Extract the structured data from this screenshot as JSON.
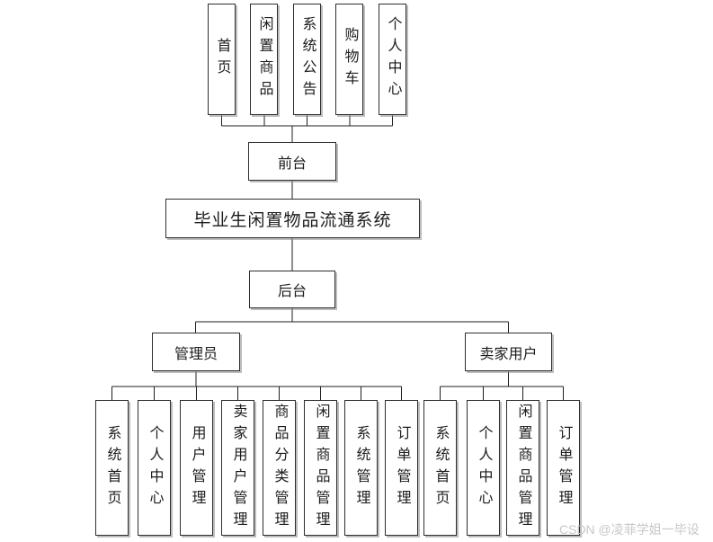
{
  "diagram": {
    "root": "毕业生闲置物品流通系统",
    "front": {
      "label": "前台",
      "modules": [
        "首页",
        "闲置商品",
        "系统公告",
        "购物车",
        "个人中心"
      ]
    },
    "back": {
      "label": "后台",
      "roles": [
        {
          "label": "管理员",
          "modules": [
            "系统首页",
            "个人中心",
            "用户管理",
            "卖家用户管理",
            "商品分类管理",
            "闲置商品管理",
            "系统管理",
            "订单管理"
          ]
        },
        {
          "label": "卖家用户",
          "modules": [
            "系统首页",
            "个人中心",
            "闲置商品管理",
            "订单管理"
          ]
        }
      ]
    }
  },
  "watermark": "CSDN @凌菲学姐一毕设",
  "colors": {
    "line": "#1f1f1f",
    "border": "#2e2e2e",
    "watermark": "#c8c8c8",
    "background": "#ffffff"
  }
}
